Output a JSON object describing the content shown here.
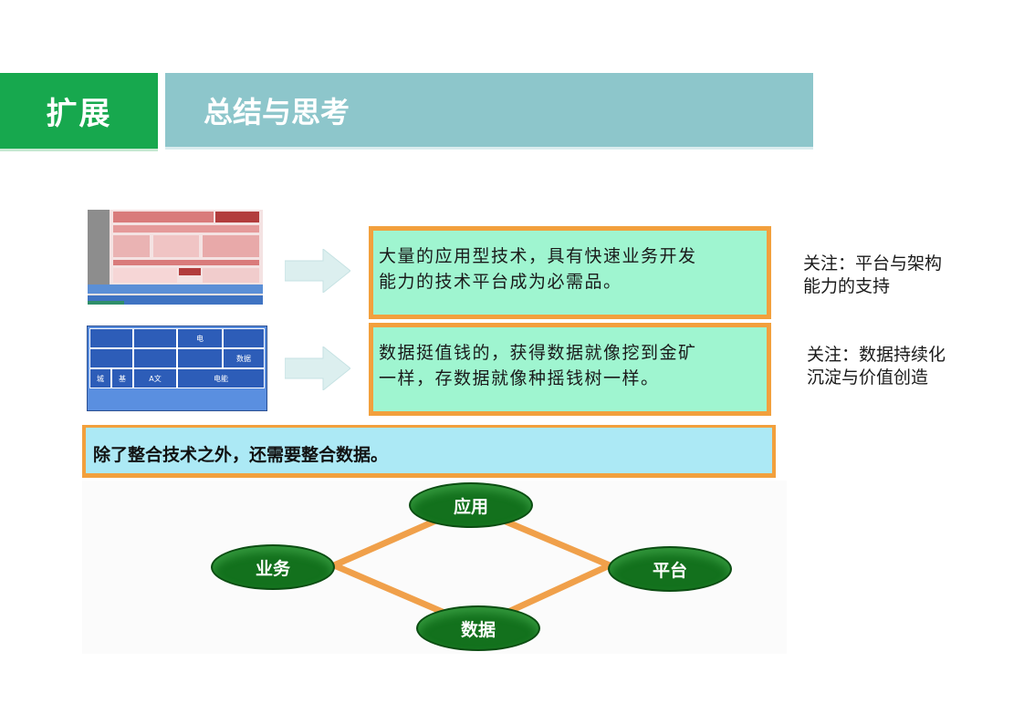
{
  "header": {
    "tag": "扩展",
    "title": "总结与思考"
  },
  "statements": [
    {
      "text_line1": "大量的应用型技术，具有快速业务开发",
      "text_line2": "能力的技术平台成为必需品。",
      "note_line1": "关注：平台与架构",
      "note_line2": "能力的支持"
    },
    {
      "text_line1": "数据挺值钱的，获得数据就像挖到金矿",
      "text_line2": "一样，存数据就像种摇钱树一样。",
      "note_line1": "关注：数据持续化",
      "note_line2": "沉淀与价值创造"
    }
  ],
  "banner": "除了整合技术之外，还需要整合数据。",
  "diagram": {
    "nodes": {
      "top": "应用",
      "left": "业务",
      "right": "平台",
      "bottom": "数据"
    }
  },
  "thumbnail2": {
    "cells": [
      "电",
      "数据",
      "城",
      "基",
      "A文",
      "电能"
    ]
  },
  "colors": {
    "tag_green": "#17a84e",
    "title_teal": "#8dc6cb",
    "statement_fill": "#9ff5d0",
    "accent_orange": "#f2a03d",
    "banner_fill": "#ace9f5",
    "node_green": "#13711d"
  }
}
